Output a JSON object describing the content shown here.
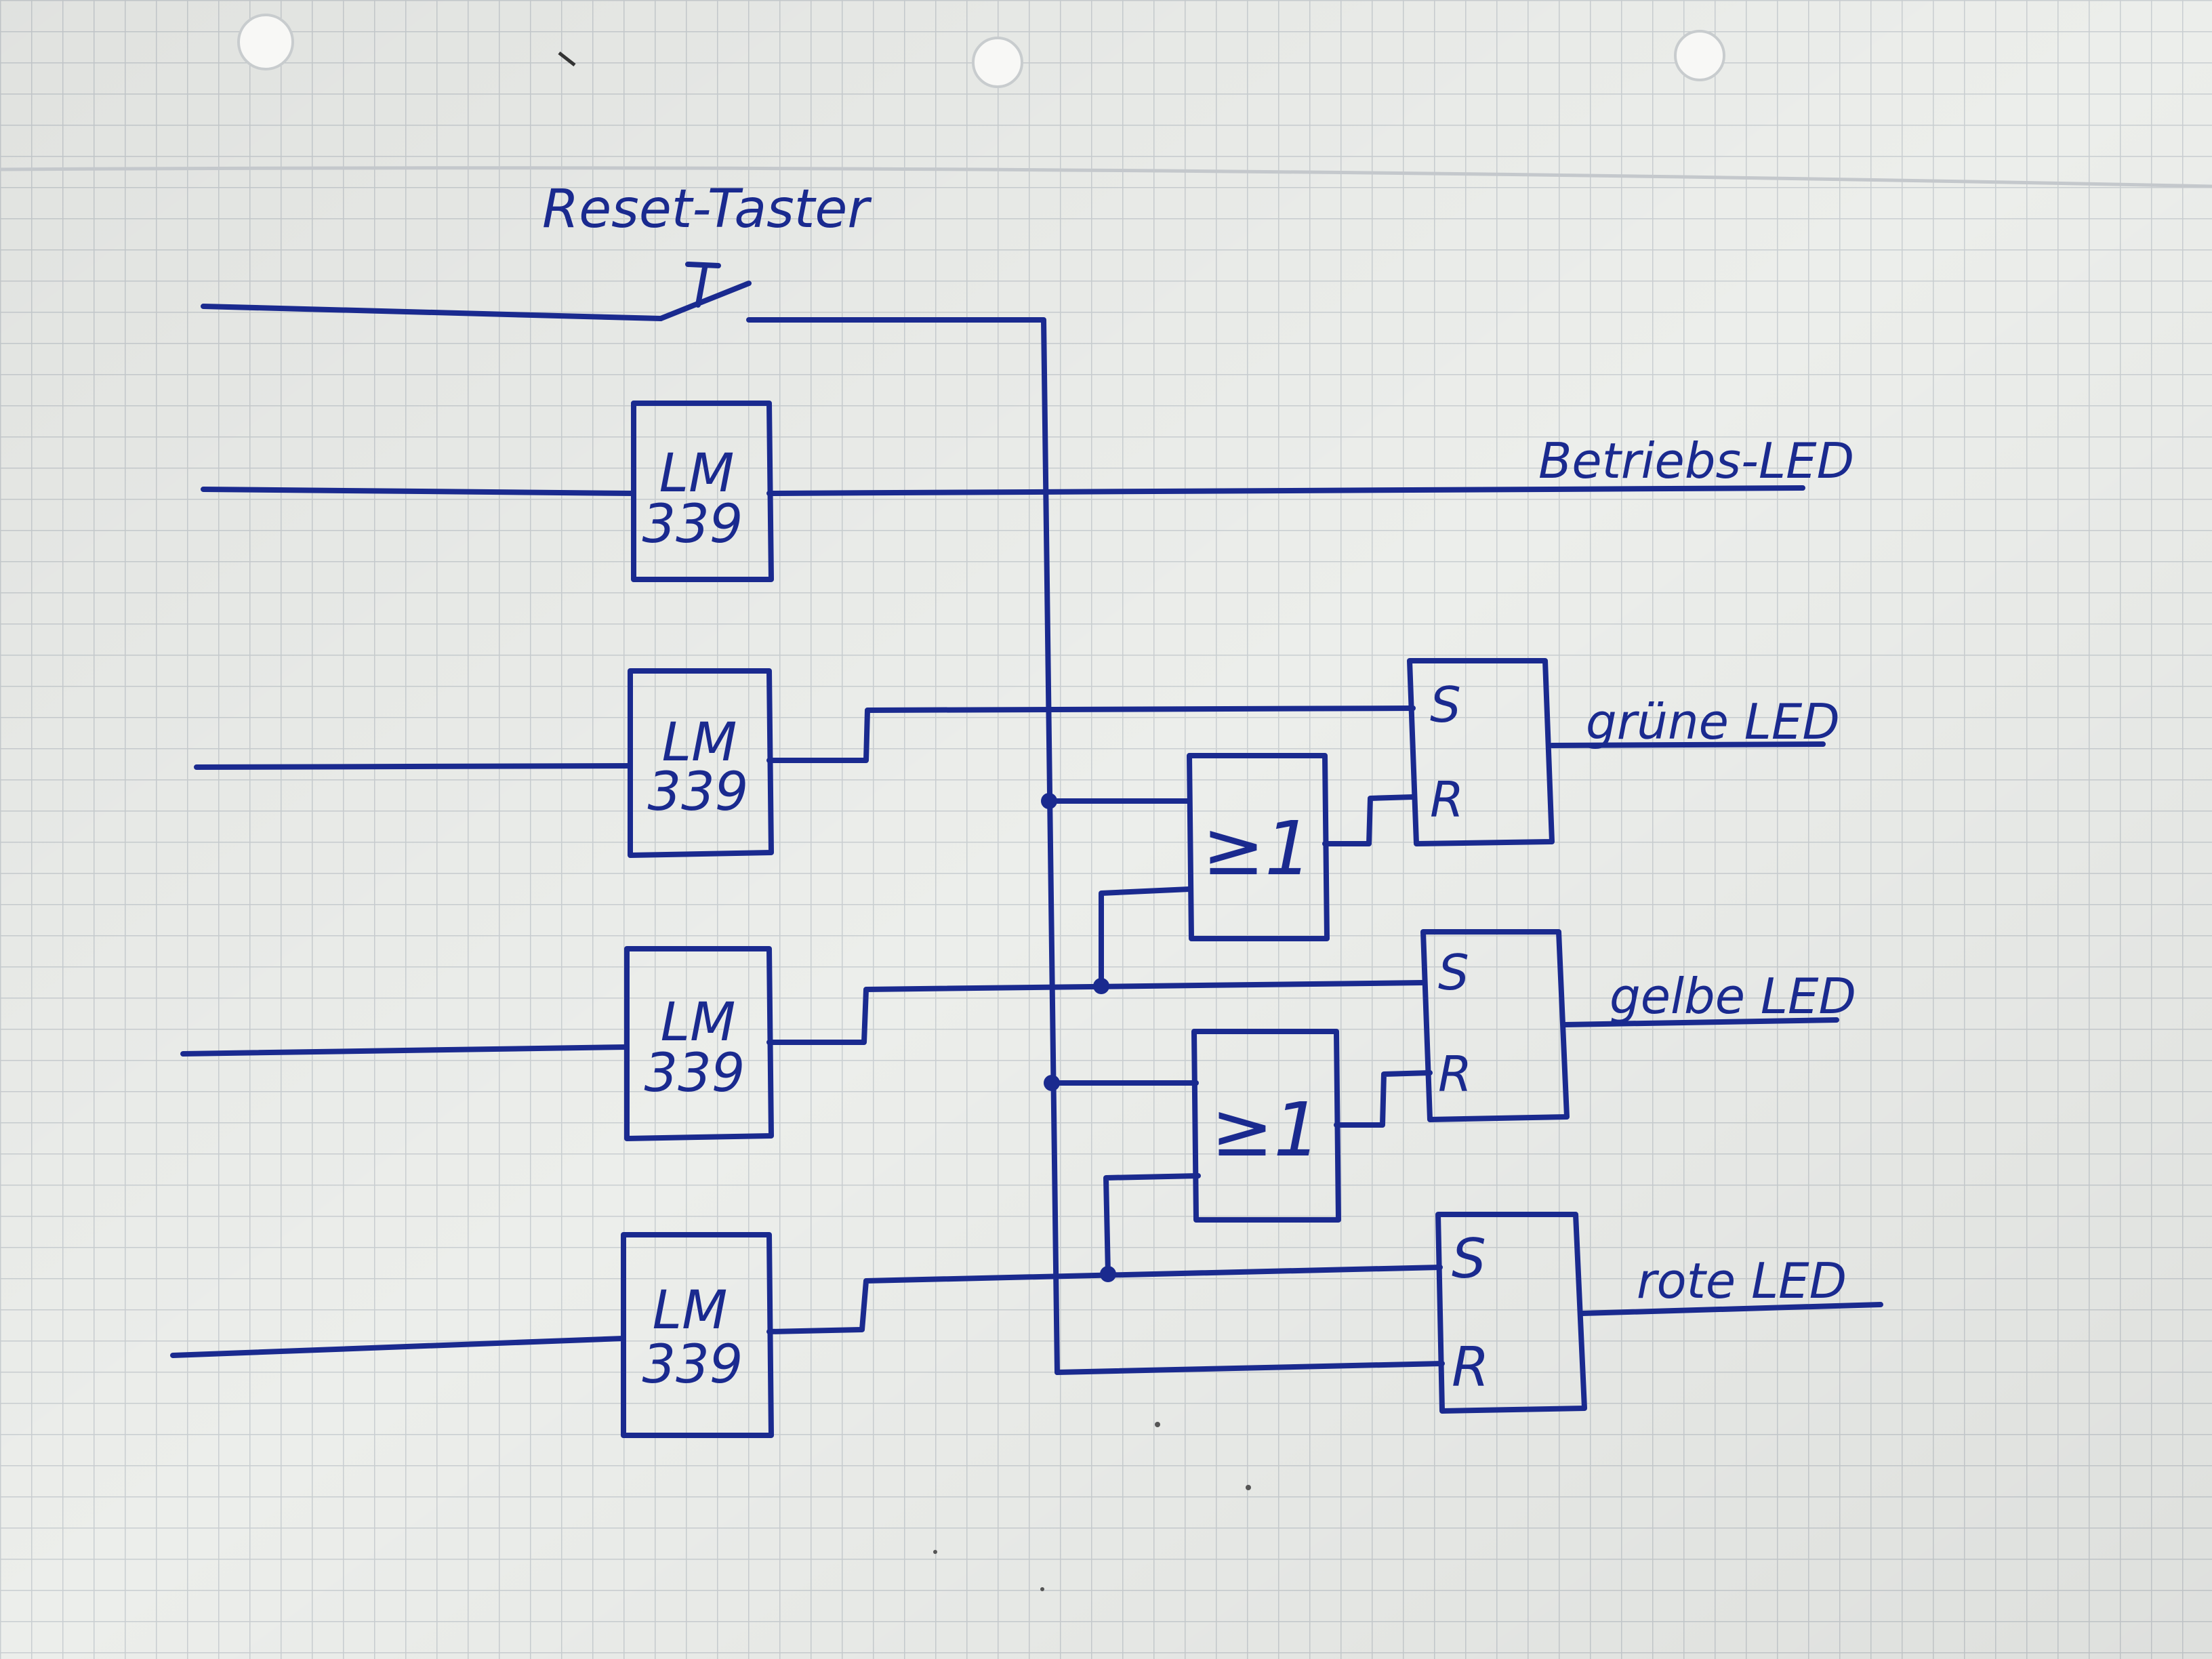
{
  "labels": {
    "reset_button": "Reset-Taster",
    "status_led": "Betriebs-LED",
    "green_led": "grüne LED",
    "yellow_led": "gelbe LED",
    "red_led": "rote LED"
  },
  "comparators": [
    {
      "line1": "LM",
      "line2": "339"
    },
    {
      "line1": "LM",
      "line2": "339"
    },
    {
      "line1": "LM",
      "line2": "339"
    },
    {
      "line1": "LM",
      "line2": "339"
    }
  ],
  "or_gates": [
    {
      "symbol": "≥1"
    },
    {
      "symbol": "≥1"
    }
  ],
  "flipflops": [
    {
      "set": "S",
      "reset": "R"
    },
    {
      "set": "S",
      "reset": "R"
    },
    {
      "set": "S",
      "reset": "R"
    }
  ],
  "colors": {
    "ink": "#1a2a8f",
    "paper": "#e9ebe8",
    "grid": "#c9ced1"
  }
}
